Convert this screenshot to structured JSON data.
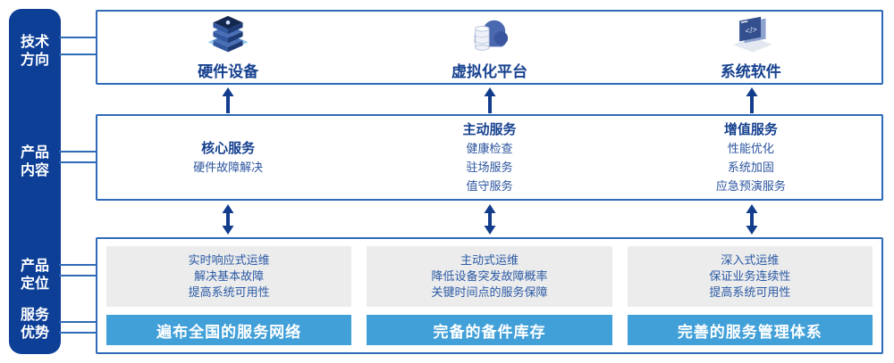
{
  "colors": {
    "sidebar_bg": "#0d3f97",
    "box_border": "#2e6ab7",
    "heading_text": "#16418f",
    "body_text": "#2b549f",
    "gray_box_bg": "#ececec",
    "gray_box_text": "#2b5aa5",
    "bar_bg": "#42a0d8",
    "arrow": "#123c8c",
    "icon_accent": "#8ec6ef"
  },
  "sidebar": {
    "labels": [
      {
        "line1": "技术",
        "line2": "方向"
      },
      {
        "line1": "产品",
        "line2": "内容"
      },
      {
        "line1": "产品",
        "line2": "定位"
      },
      {
        "line1": "服务",
        "line2": "优势"
      }
    ]
  },
  "tech_row": {
    "items": [
      {
        "icon": "server-stack-icon",
        "label": "硬件设备"
      },
      {
        "icon": "cloud-database-icon",
        "label": "虚拟化平台"
      },
      {
        "icon": "code-window-icon",
        "label": "系统软件"
      }
    ]
  },
  "services_row": {
    "columns": [
      {
        "title": "核心服务",
        "items": [
          "硬件故障解决"
        ]
      },
      {
        "title": "主动服务",
        "items": [
          "健康检查",
          "驻场服务",
          "值守服务"
        ]
      },
      {
        "title": "增值服务",
        "items": [
          "性能优化",
          "系统加固",
          "应急预演服务"
        ]
      }
    ]
  },
  "bottom_row": {
    "columns": [
      {
        "lines": [
          "实时响应式运维",
          "解决基本故障",
          "提高系统可用性"
        ],
        "bar": "遍布全国的服务网络"
      },
      {
        "lines": [
          "主动式运维",
          "降低设备突发故障概率",
          "关键时间点的服务保障"
        ],
        "bar": "完备的备件库存"
      },
      {
        "lines": [
          "深入式运维",
          "保证业务连续性",
          "提高系统可用性"
        ],
        "bar": "完善的服务管理体系"
      }
    ]
  }
}
